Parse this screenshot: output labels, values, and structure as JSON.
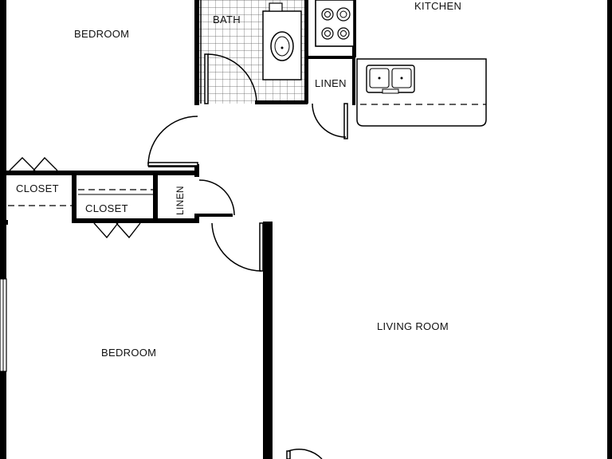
{
  "floorplan": {
    "rooms": {
      "bedroom_top": "BEDROOM",
      "bath": "BATH",
      "kitchen": "KITCHEN",
      "linen_top": "LINEN",
      "closet_left": "CLOSET",
      "closet_right": "CLOSET",
      "linen_mid": "LINEN",
      "bedroom_bottom": "BEDROOM",
      "living_room": "LIVING ROOM"
    },
    "colors": {
      "wall": "#000000",
      "background": "#ffffff",
      "fixture": "#111111"
    }
  }
}
